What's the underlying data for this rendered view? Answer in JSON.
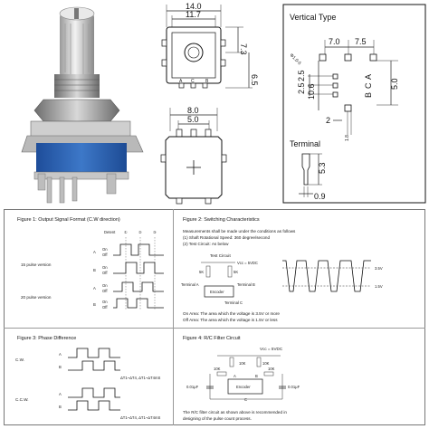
{
  "drawing": {
    "front_view": {
      "width_overall": "14.0",
      "width_body": "11.7",
      "dim_right_upper": "7.3",
      "dim_right_total": "6.5",
      "pin_labels": [
        "A",
        "C",
        "B"
      ]
    },
    "bottom_view": {
      "dim_outer": "8.0",
      "dim_inner": "5.0"
    },
    "vertical_type": {
      "title": "Vertical Type",
      "dim_top_left": "7.0",
      "dim_top_right": "7.5",
      "hole_label": "Φ1.0-5",
      "dim_left_a": "2.5",
      "dim_left_b": "2.5",
      "dim_10_6": "10.6",
      "dim_5_0": "5.0",
      "dim_2": "2",
      "dim_1_8": "1.8",
      "pin_labels": [
        "A",
        "C",
        "B"
      ],
      "terminal_title": "Terminal",
      "terminal_height": "5.3",
      "terminal_thickness": "0.9"
    }
  },
  "fig1": {
    "title": "Figure 1: Output Signal Format (C.W direction)",
    "detent_label": "Detent",
    "detent_marks": [
      "①",
      "②",
      "③"
    ],
    "version_15": "15 pulse version",
    "version_20": "20 pulse version",
    "channel_a": "A",
    "channel_b": "B",
    "on": "On",
    "off": "Off"
  },
  "fig2": {
    "title": "Figure 2: Switching Characteristics",
    "line1": "Measurements shall be made under the conditions as follows",
    "line2": "(1) Shaft Rotational Speed: 360 degree/second",
    "line3": "(2) Test Circuit: As below",
    "test_circuit": "Test Circuit",
    "vcc": "Vcc = 5VDC",
    "r1": "5K",
    "r2": "5K",
    "term_a": "Terminal A",
    "term_b": "Terminal B",
    "term_c": "Terminal C",
    "encoder": "Encoder",
    "v35": "3.5V",
    "v15": "1.5V",
    "on_area": "On Area: The area which the voltage is 3.5V or more",
    "off_area": "Off Area: The area which the voltage is 1.5V or less"
  },
  "fig3": {
    "title": "Figure 3: Phase Difference",
    "cw": "C.W.",
    "ccw": "C.C.W.",
    "a": "A",
    "b": "B",
    "timing": "ΔT1~ΔT4, ΔT1~ΔT4mS"
  },
  "fig4": {
    "title": "Figure 4: R/C Filter Circuit",
    "vcc": "Vcc = 5VDC",
    "r10k_a": "10K",
    "r10k_b": "10K",
    "r10k_c": "10K",
    "r10k_d": "10K",
    "a": "A",
    "b": "B",
    "c": "C",
    "cap_a": "0.01μF",
    "cap_b": "0.01μF",
    "encoder": "Encoder",
    "note1": "The R/C filter circuit as shown above is recommended in",
    "note2": "designing of the pulse count process."
  }
}
